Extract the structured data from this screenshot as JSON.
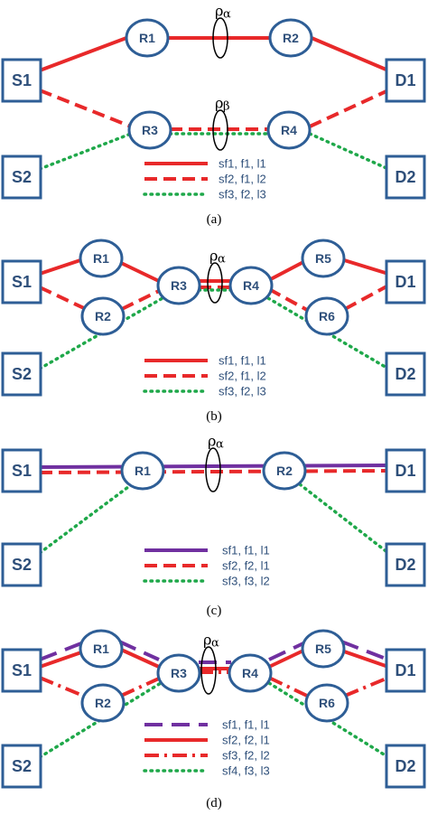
{
  "colors": {
    "red": "#e8292a",
    "green": "#1fa84a",
    "purple": "#7030a0",
    "node_border": "#2e5e96",
    "label": "#2e4f7a"
  },
  "panels": [
    {
      "caption": "(a)",
      "rings": [
        {
          "symbol": "ρ",
          "subscript": "α"
        },
        {
          "symbol": "ρ",
          "subscript": "β"
        }
      ],
      "legend": [
        {
          "label": "sf1, f1, l1",
          "color": "#e8292a",
          "style": "solid"
        },
        {
          "label": "sf2, f1, l2",
          "color": "#e8292a",
          "style": "dashed"
        },
        {
          "label": "sf3, f2, l3",
          "color": "#1fa84a",
          "style": "dotted"
        }
      ]
    },
    {
      "caption": "(b)",
      "rings": [
        {
          "symbol": "ρ",
          "subscript": "α"
        }
      ],
      "legend": [
        {
          "label": "sf1, f1, l1",
          "color": "#e8292a",
          "style": "solid"
        },
        {
          "label": "sf2, f1, l2",
          "color": "#e8292a",
          "style": "dashed"
        },
        {
          "label": "sf3, f2, l3",
          "color": "#1fa84a",
          "style": "dotted"
        }
      ]
    },
    {
      "caption": "(c)",
      "rings": [
        {
          "symbol": "ρ",
          "subscript": "α"
        }
      ],
      "legend": [
        {
          "label": "sf1, f1, l1",
          "color": "#7030a0",
          "style": "solid"
        },
        {
          "label": "sf2, f2, l1",
          "color": "#e8292a",
          "style": "dashed"
        },
        {
          "label": "sf3, f3, l2",
          "color": "#1fa84a",
          "style": "dotted"
        }
      ]
    },
    {
      "caption": "(d)",
      "rings": [
        {
          "symbol": "ρ",
          "subscript": "α"
        }
      ],
      "legend": [
        {
          "label": "sf1, f1, l1",
          "color": "#7030a0",
          "style": "longdash"
        },
        {
          "label": "sf2, f2, l1",
          "color": "#e8292a",
          "style": "solid"
        },
        {
          "label": "sf3, f2, l2",
          "color": "#e8292a",
          "style": "dashdot"
        },
        {
          "label": "sf4, f3, l3",
          "color": "#1fa84a",
          "style": "dotted"
        }
      ]
    }
  ],
  "nodes": {
    "a": [
      "S1",
      "S2",
      "D1",
      "D2",
      "R1",
      "R2",
      "R3",
      "R4"
    ],
    "b": [
      "S1",
      "S2",
      "D1",
      "D2",
      "R1",
      "R2",
      "R3",
      "R4",
      "R5",
      "R6"
    ],
    "c": [
      "S1",
      "S2",
      "D1",
      "D2",
      "R1",
      "R2"
    ],
    "d": [
      "S1",
      "S2",
      "D1",
      "D2",
      "R1",
      "R2",
      "R3",
      "R4",
      "R5",
      "R6"
    ]
  }
}
